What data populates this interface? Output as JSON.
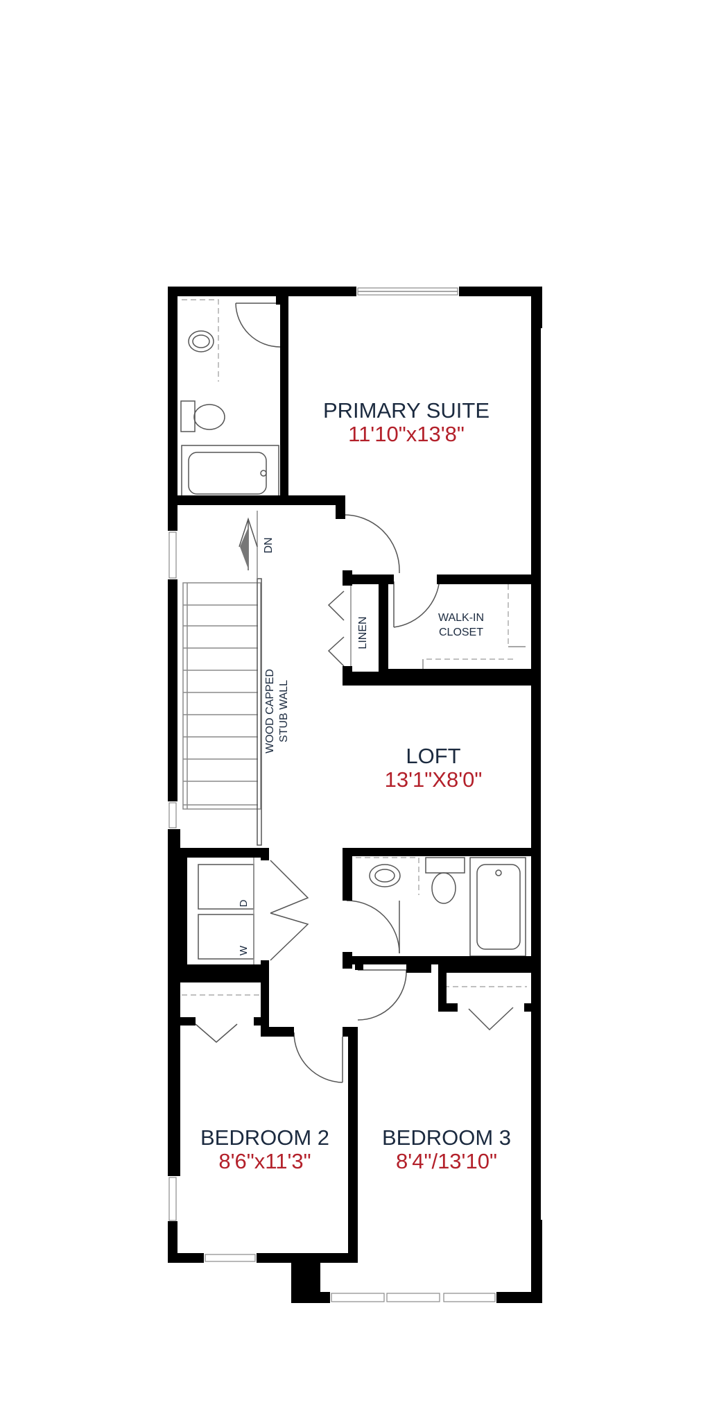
{
  "rooms": {
    "primary_suite": {
      "name": "PRIMARY SUITE",
      "dimensions": "11'10\"x13'8\""
    },
    "loft": {
      "name": "LOFT",
      "dimensions": "13'1\"X8'0\""
    },
    "bedroom_2": {
      "name": "BEDROOM 2",
      "dimensions": "8'6\"x11'3\""
    },
    "bedroom_3": {
      "name": "BEDROOM 3",
      "dimensions": "8'4\"/13'10\""
    }
  },
  "labels": {
    "walk_in_line1": "WALK-IN",
    "walk_in_line2": "CLOSET",
    "linen": "LINEN",
    "stub_line1": "WOOD CAPPED",
    "stub_line2": "STUB WALL",
    "stairs_down": "DN",
    "dryer": "D",
    "washer": "W"
  },
  "colors": {
    "wall": "#000000",
    "room_name": "#1b2a3f",
    "dimension": "#b3202a"
  }
}
